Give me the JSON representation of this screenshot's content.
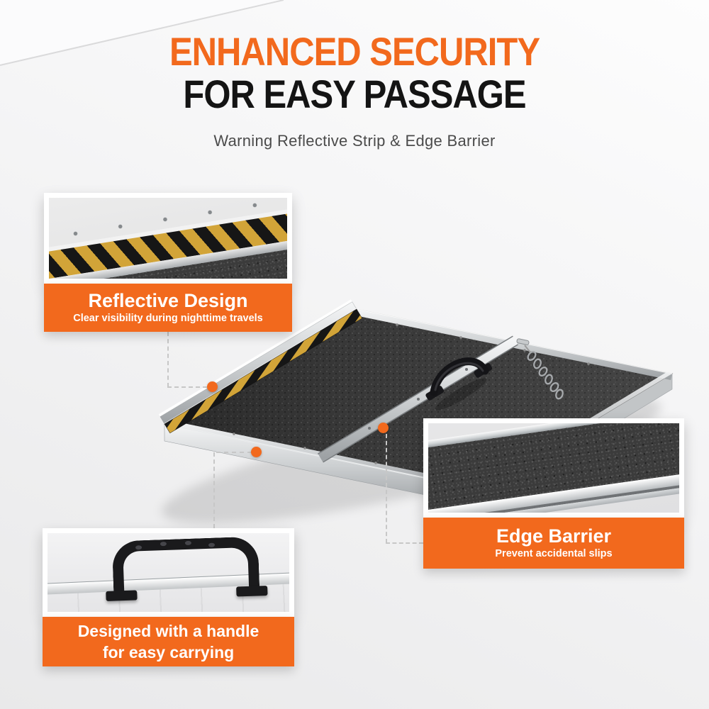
{
  "header": {
    "title_line1": "ENHANCED SECURITY",
    "title_line2": "FOR EASY PASSAGE",
    "subtitle": "Warning Reflective Strip & Edge Barrier"
  },
  "callouts": {
    "reflective_design": {
      "title": "Reflective Design",
      "subtitle": "Clear visibility during nighttime travels"
    },
    "edge_barrier": {
      "title": "Edge Barrier",
      "subtitle": "Prevent accidental slips"
    },
    "carry_handle": {
      "title_line1": "Designed with a handle",
      "title_line2": "for easy carrying"
    }
  },
  "colors": {
    "accent_orange": "#F2691D",
    "heading_black": "#141414",
    "subtitle_gray": "#4B4B4B",
    "reflective_yellow": "#D2A438",
    "reflective_black": "#161616",
    "deck_gray": "#3B3B3B",
    "aluminum_silver": "#CDD0D2"
  }
}
